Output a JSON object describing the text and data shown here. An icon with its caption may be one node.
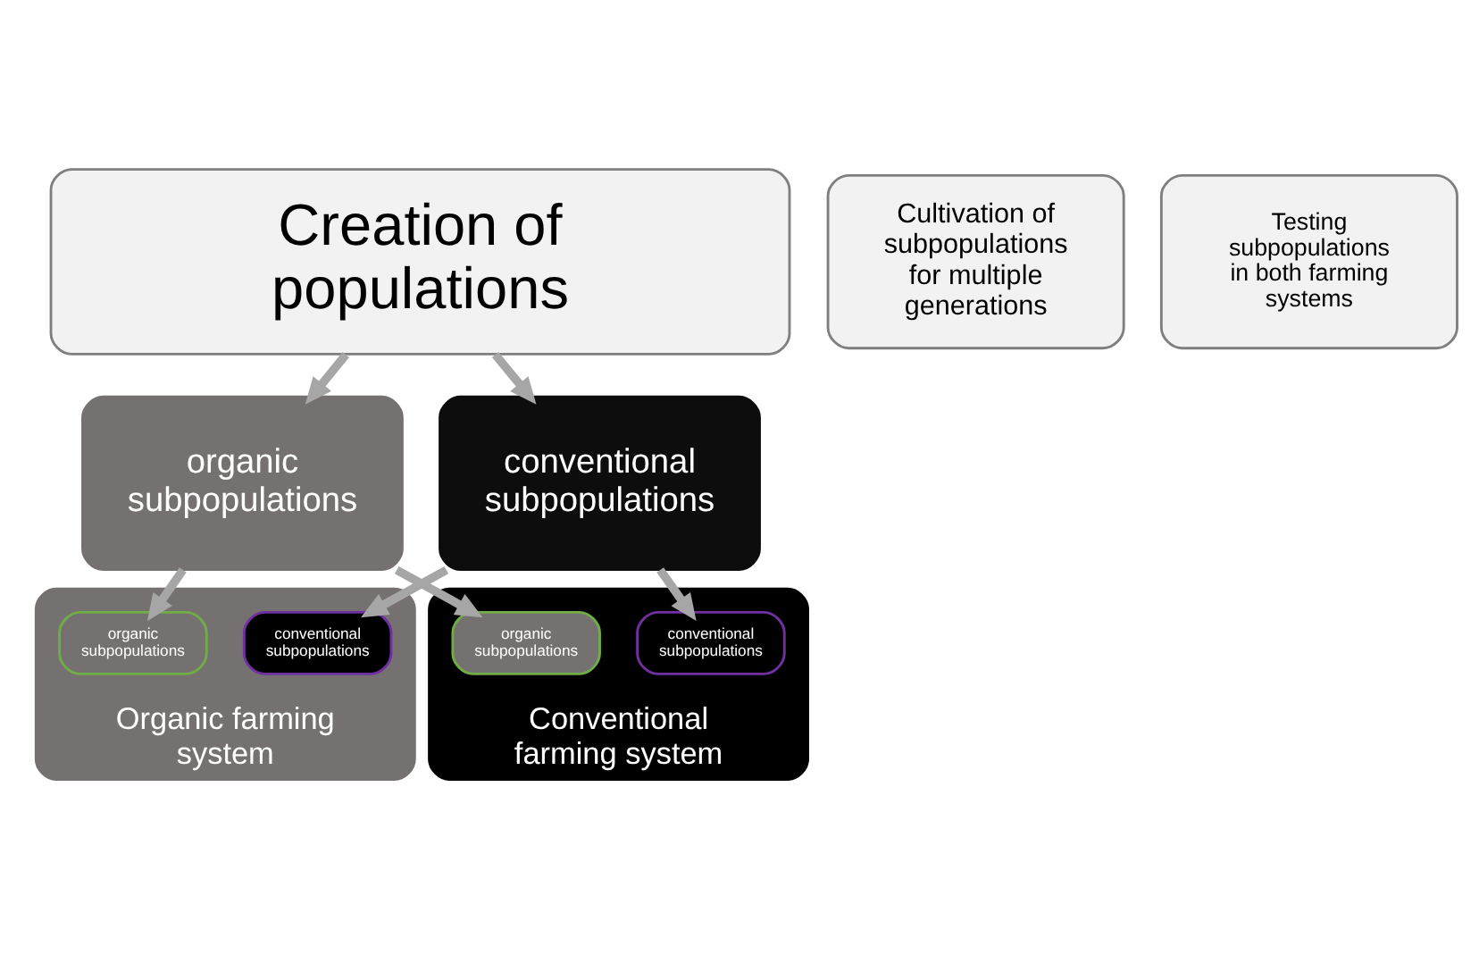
{
  "diagram": {
    "nodes": [
      {
        "text": [
          "Creation of populations"
        ]
      },
      {
        "text": [
          "Cultivation of subpopulations for multiple generations"
        ]
      },
      {
        "text": [
          "organic subpopulations"
        ]
      },
      {
        "text": [
          "conventional subpopulations"
        ]
      },
      {
        "text": [
          "Testing subpopulations in both farming systems"
        ]
      },
      {
        "text": [
          "Organic farming system"
        ]
      },
      {
        "text": [
          "organic subpopulations"
        ],
        "in": 5
      },
      {
        "text": [
          "conventional subpopulations"
        ],
        "in": 5
      },
      {
        "text": [
          "Conventional farming system"
        ]
      },
      {
        "text": [
          "organic subpopulations"
        ],
        "in": 8
      },
      {
        "text": [
          "conventional subpopulations"
        ],
        "in": 8
      }
    ],
    "edges": [
      {
        "from": 0,
        "to": 2,
        "arrow": "to"
      },
      {
        "from": 0,
        "to": 3,
        "arrow": "to"
      },
      {
        "from": 2,
        "to": 6,
        "arrow": "to"
      },
      {
        "from": 3,
        "to": 7,
        "arrow": "to"
      },
      {
        "from": 2,
        "to": 9,
        "arrow": "to"
      },
      {
        "from": 3,
        "to": 10,
        "arrow": "to"
      }
    ]
  }
}
